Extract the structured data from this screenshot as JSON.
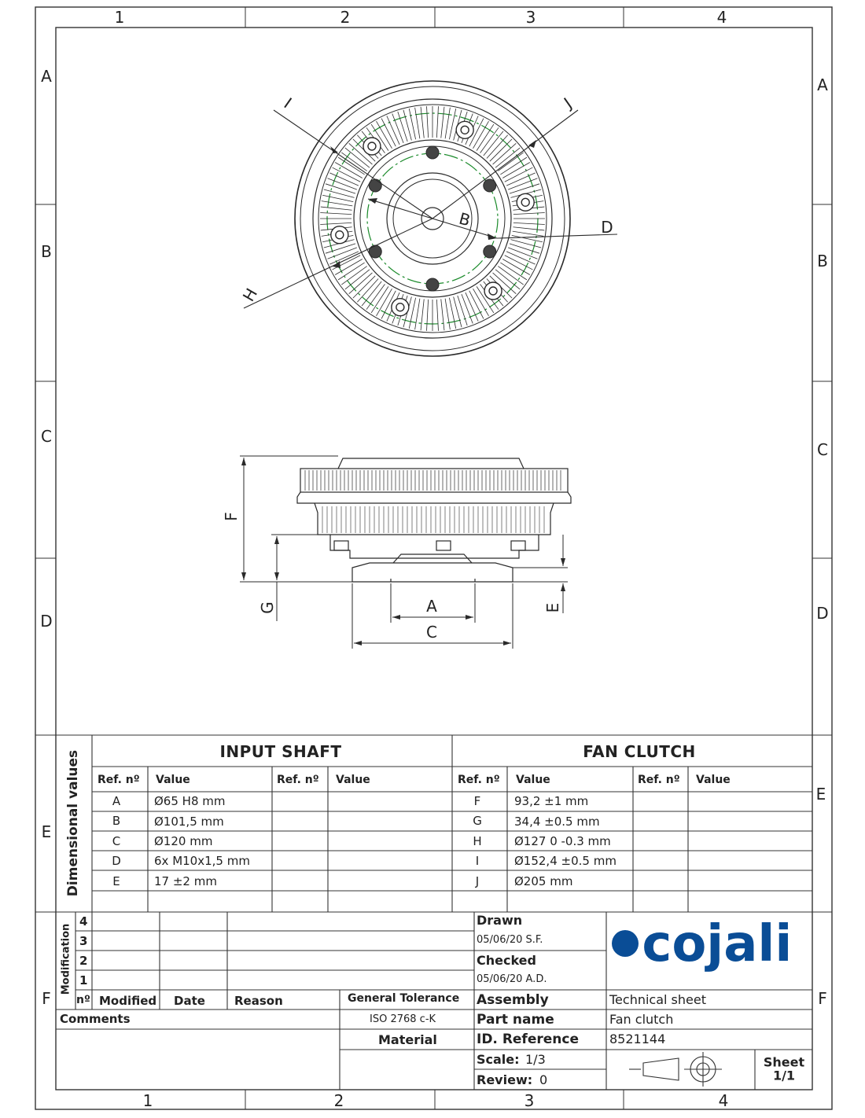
{
  "zones": {
    "columns": [
      "1",
      "2",
      "3",
      "4"
    ],
    "rows": [
      "A",
      "B",
      "C",
      "D",
      "E",
      "F"
    ]
  },
  "drawing": {
    "top_view_labels": [
      "I",
      "J",
      "B",
      "D",
      "H"
    ],
    "side_view_labels": [
      "F",
      "G",
      "A",
      "C",
      "E"
    ]
  },
  "dimensional": {
    "section_title": "Dimensional values",
    "input_shaft": {
      "title": "INPUT SHAFT",
      "headers": [
        "Ref. nº",
        "Value",
        "Ref. nº",
        "Value"
      ],
      "rows": [
        {
          "ref": "A",
          "value": "Ø65 H8 mm"
        },
        {
          "ref": "B",
          "value": "Ø101,5 mm"
        },
        {
          "ref": "C",
          "value": "Ø120 mm"
        },
        {
          "ref": "D",
          "value": "6x M10x1,5 mm"
        },
        {
          "ref": "E",
          "value": "17 ±2 mm"
        }
      ]
    },
    "fan_clutch": {
      "title": "FAN CLUTCH",
      "headers": [
        "Ref. nº",
        "Value",
        "Ref. nº",
        "Value"
      ],
      "rows": [
        {
          "ref": "F",
          "value": "93,2 ±1 mm"
        },
        {
          "ref": "G",
          "value": "34,4 ±0.5 mm"
        },
        {
          "ref": "H",
          "value": "Ø127 0 -0.3 mm"
        },
        {
          "ref": "I",
          "value": "Ø152,4 ±0.5 mm"
        },
        {
          "ref": "J",
          "value": "Ø205 mm"
        }
      ]
    }
  },
  "title_block": {
    "modification_label": "Modification",
    "mod_numbers": [
      "4",
      "3",
      "2",
      "1"
    ],
    "mod_headers": {
      "n": "nº",
      "modified": "Modified",
      "date": "Date",
      "reason": "Reason"
    },
    "drawn_label": "Drawn",
    "drawn_value": "05/06/20 S.F.",
    "checked_label": "Checked",
    "checked_value": "05/06/20 A.D.",
    "general_tolerance_label": "General Tolerance",
    "general_tolerance_value": "ISO 2768 c-K",
    "material_label": "Material",
    "comments_label": "Comments",
    "assembly_label": "Assembly",
    "assembly_value": "Technical sheet",
    "part_name_label": "Part name",
    "part_name_value": "Fan clutch",
    "id_reference_label": "ID. Reference",
    "id_reference_value": "8521144",
    "scale_label": "Scale:",
    "scale_value": "1/3",
    "review_label": "Review:",
    "review_value": "0",
    "sheet_label": "Sheet",
    "sheet_value": "1/1",
    "logo_text": ".cojali",
    "logo_color": "#0a4d96"
  },
  "colors": {
    "line": "#2a2a2a",
    "green_circle": "#1a8a2a"
  }
}
